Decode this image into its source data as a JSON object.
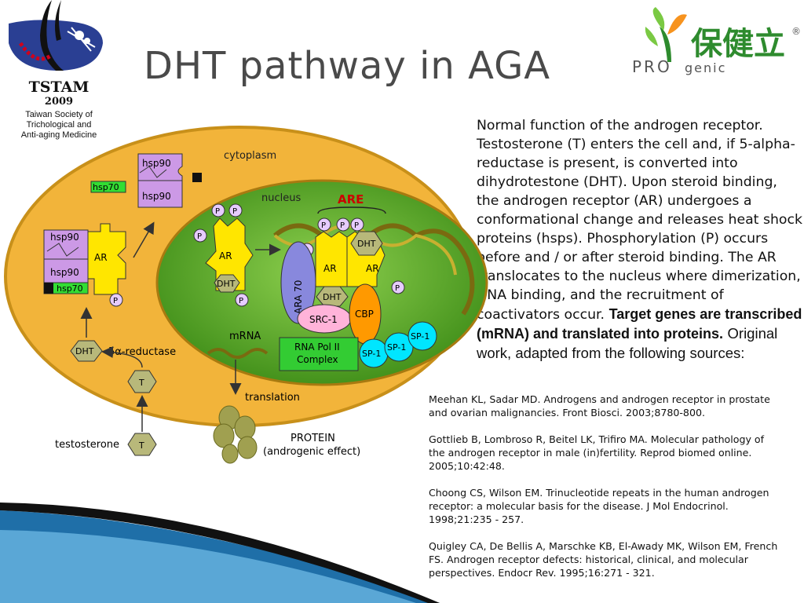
{
  "header": {
    "title": "DHT pathway in AGA",
    "org_abbrev": "TSTAM",
    "org_year": "2009",
    "org_name_lines": [
      "Taiwan Society of",
      "Trichological and",
      "Anti-aging Medicine"
    ],
    "brand_chinese": "保健立",
    "brand_prefix": "PRO",
    "brand_suffix": "genic",
    "brand_mark": "®"
  },
  "description": {
    "intro": "Normal function of the androgen receptor. Testosterone (T) enters the cell and, if 5-alpha-reductase is present, is converted into dihydrotestone (DHT). Upon steroid binding, the androgen receptor (AR) undergoes a conformational change and releases heat shock proteins (hsps). Phosphorylation (P) occurs before and / or after steroid binding. The AR translocates to the nucleus where dimerization, DNA binding, and the recruitment of coactivators occur.",
    "emphasis": "Target genes are transcribed (mRNA) and translated into proteins.",
    "tail": "Original work, adapted from the following sources:"
  },
  "references": [
    "Meehan KL, Sadar MD. Androgens and androgen receptor in prostate and ovarian malignancies. Front Biosci. 2003;8780-800.",
    "Gottlieb B, Lombroso R, Beitel LK, Trifiro MA. Molecular pathology of the androgen receptor in male (in)fertility. Reprod biomed online. 2005;10:42:48.",
    "Choong CS, Wilson EM. Trinucleotide repeats in the human androgen receptor: a molecular basis for the disease. J Mol Endocrinol. 1998;21:235 - 257.",
    "Quigley CA, De Bellis A, Marschke KB, El-Awady MK, Wilson EM, French FS. Androgen receptor defects: historical, clinical, and molecular perspectives. Endocr Rev. 1995;16:271 - 321."
  ],
  "diagram": {
    "cytoplasm": "cytoplasm",
    "nucleus": "nucleus",
    "are": "ARE",
    "hsp90": "hsp90",
    "hsp70": "hsp70",
    "ar": "AR",
    "dht": "DHT",
    "p": "P",
    "t": "T",
    "five_alpha": "5α-reductase",
    "testosterone": "testosterone",
    "mrna": "mRNA",
    "translation": "translation",
    "protein_line1": "PROTEIN",
    "protein_line2": "(androgenic effect)",
    "ara70": "ARA 70",
    "src1": "SRC-1",
    "cbp": "CBP",
    "sp1": "SP-1",
    "rna_pol_line1": "RNA Pol II",
    "rna_pol_line2": "Complex"
  },
  "colors": {
    "cell": "#f2b43a",
    "nucleus_green": "#4a9e1e",
    "ar_yellow": "#ffe600",
    "hsp_purple": "#cc99e6",
    "hsp70_green": "#33dd33",
    "dht_olive": "#b8b87a",
    "p_lavender": "#e6ccff",
    "cbp_orange": "#ff9900",
    "sp1_cyan": "#00e6ff",
    "src1_pink": "#ffb3d9",
    "ara70_blue": "#8888dd",
    "rna_green": "#33cc33",
    "are_red": "#cc0000"
  }
}
